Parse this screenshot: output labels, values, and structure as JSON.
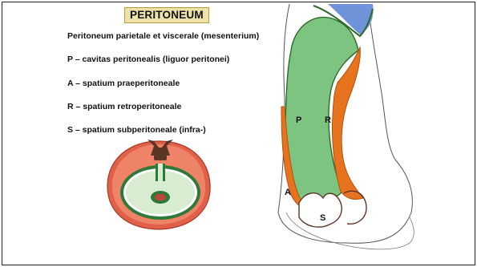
{
  "title": "PERITONEUM",
  "lines": [
    "Peritoneum parietale et viscerale (mesenterium)",
    "P – cavitas peritonealis (liguor peritonei)",
    "A – spatium praeperitoneale",
    "R – spatium retroperitoneale",
    "S – spatium subperitoneale (infra-)"
  ],
  "labels": {
    "p": "P",
    "r": "R",
    "a": "A",
    "s": "S"
  },
  "colors": {
    "peritoneal_cavity": "#7cc47f",
    "retroperitoneal": "#e8731f",
    "body_wall": "#e86a4e",
    "lung": "#6f93d8",
    "diaphragm": "#2c6a2a",
    "title_bg": "#ede3a8"
  }
}
